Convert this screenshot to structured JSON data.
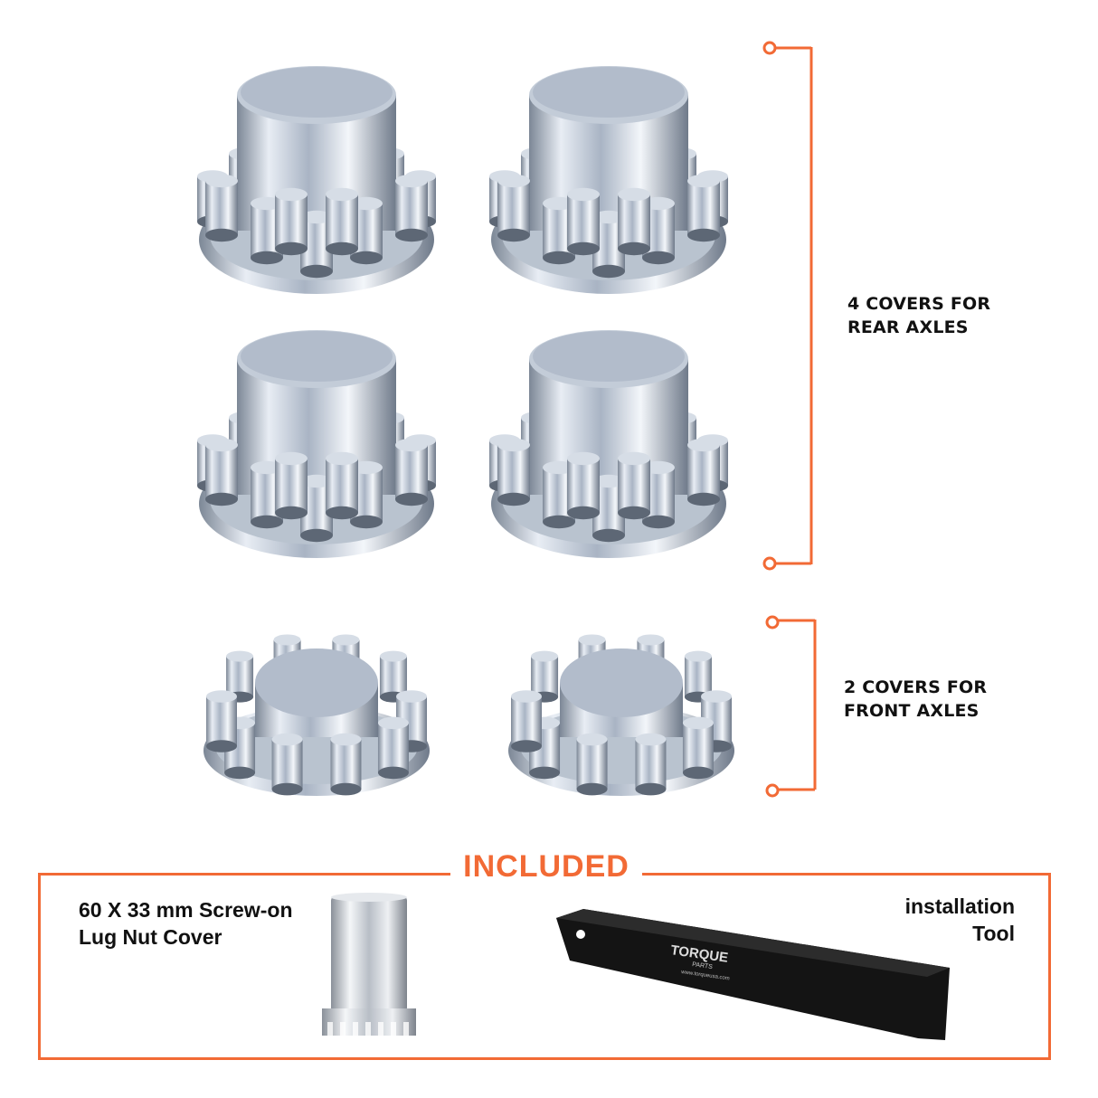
{
  "colors": {
    "accent": "#f26a35",
    "chrome": "#c9d2de",
    "tool": "#111111"
  },
  "rear": {
    "label_line1": "4 COVERS FOR",
    "label_line2": "REAR AXLES",
    "count": 4
  },
  "front": {
    "label_line1": "2 COVERS FOR",
    "label_line2": "FRONT AXLES",
    "count": 2
  },
  "included": {
    "title": "INCLUDED",
    "lug_cover": {
      "line1": "60 X 33 mm Screw-on",
      "line2": "Lug Nut Cover"
    },
    "tool": {
      "line1": "installation",
      "line2": "Tool",
      "logo_text": "TORQUE",
      "logo_sub": "PARTS",
      "logo_url": "www.torqueusa.com"
    }
  }
}
